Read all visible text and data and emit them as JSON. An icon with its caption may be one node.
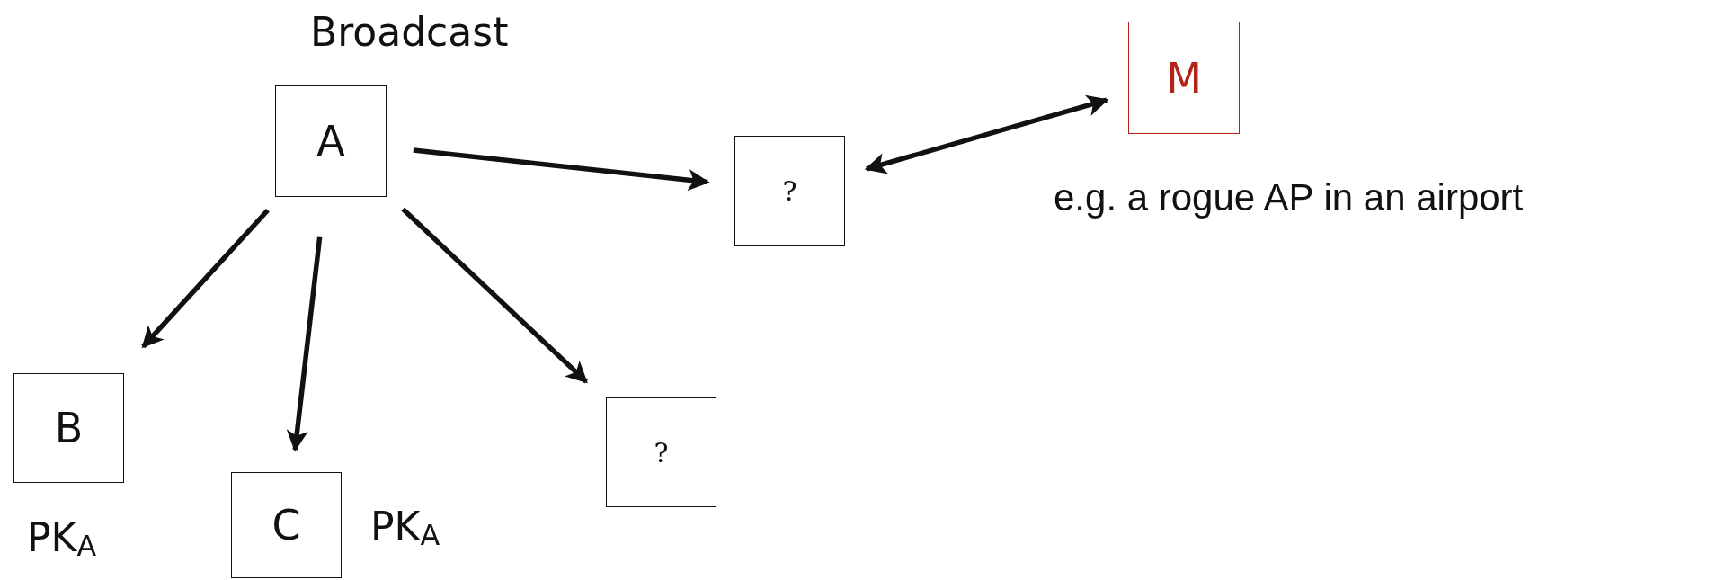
{
  "diagram": {
    "nodes": [
      {
        "text": [
          "A"
        ],
        "beside": [
          "Broadcast"
        ]
      },
      {
        "text": [
          "?"
        ]
      },
      {
        "text": [
          "M"
        ]
      },
      {
        "text": [
          "B"
        ],
        "beside": [
          "PK$_{A}$"
        ]
      },
      {
        "text": [
          "C"
        ],
        "beside": [
          "PK$_{A}$"
        ]
      },
      {
        "text": [
          "?"
        ]
      }
    ],
    "edges": [
      {
        "from": 0,
        "to": 1,
        "arrow": "to"
      },
      {
        "from": 1,
        "to": 2,
        "arrow": "both"
      },
      {
        "from": 0,
        "to": 3,
        "arrow": "to"
      },
      {
        "from": 0,
        "to": 4,
        "arrow": "to"
      },
      {
        "from": 0,
        "to": 5,
        "arrow": "to"
      }
    ],
    "labels": [
      "e.g. a rogue AP in an airport"
    ]
  }
}
